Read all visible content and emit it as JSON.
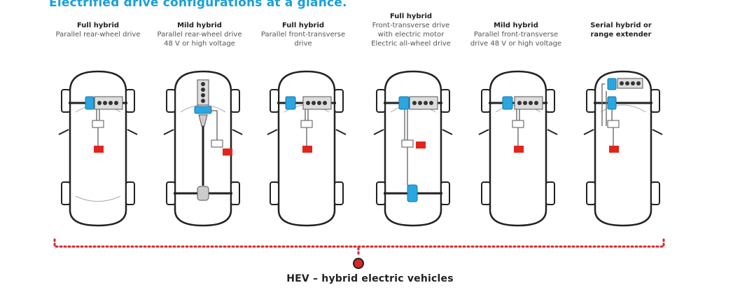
{
  "title": "Electrified drive configurations at a glance.",
  "columns": [
    {
      "head": "Full hybrid",
      "sub": [
        "Parallel rear-wheel drive"
      ],
      "variant": "rwd-full"
    },
    {
      "head": "Mild hybrid",
      "sub": [
        "Parallel rear-wheel drive",
        "48 V or high voltage"
      ],
      "variant": "rwd-mild"
    },
    {
      "head": "Full hybrid",
      "sub": [
        "Parallel front-transverse",
        "drive"
      ],
      "variant": "fwd-full"
    },
    {
      "head": "Full hybrid",
      "sub": [
        "Front-transverse drive",
        "with electric motor",
        "Electric all-wheel drive"
      ],
      "variant": "awd"
    },
    {
      "head": "Mild hybrid",
      "sub": [
        "Parallel front-transverse",
        "drive 48 V or high voltage"
      ],
      "variant": "fwd-mild"
    },
    {
      "head": "Serial hybrid or",
      "sub": [],
      "head2": "range extender",
      "variant": "serial"
    }
  ],
  "footer": {
    "label": "HEV – hybrid electric vehicles"
  },
  "colors": {
    "title": "#1a9fd9",
    "motor": "#2aa7e0",
    "battery": "#e1251b",
    "dots": "#d8262c"
  }
}
